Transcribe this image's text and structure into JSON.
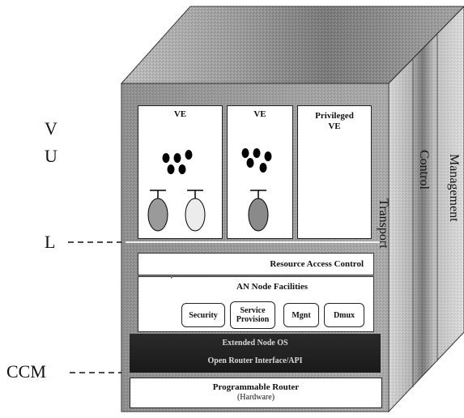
{
  "side_labels": {
    "v": "V",
    "u": "U",
    "l": "L",
    "ccm": "CCM"
  },
  "execution_environments": [
    {
      "title": "VE"
    },
    {
      "title": "VE"
    },
    {
      "title_line1": "Privileged",
      "title_line2": "VE"
    }
  ],
  "resource_access_control": "Resource Access Control",
  "an_node_facilities": {
    "title": "AN Node Facilities",
    "items": [
      {
        "label_line1": "Security",
        "label_line2": ""
      },
      {
        "label_line1": "Service",
        "label_line2": "Provision"
      },
      {
        "label_line1": "Mgnt",
        "label_line2": ""
      },
      {
        "label_line1": "Dmux",
        "label_line2": ""
      }
    ]
  },
  "extended_node_os": "Extended Node OS",
  "open_router_interface": "Open Router Interface/API",
  "programmable_router": {
    "line1": "Programmable Router",
    "line2": "(Hardware)"
  },
  "planes": {
    "transport": "Transport",
    "control": "Control",
    "management": "Management"
  }
}
